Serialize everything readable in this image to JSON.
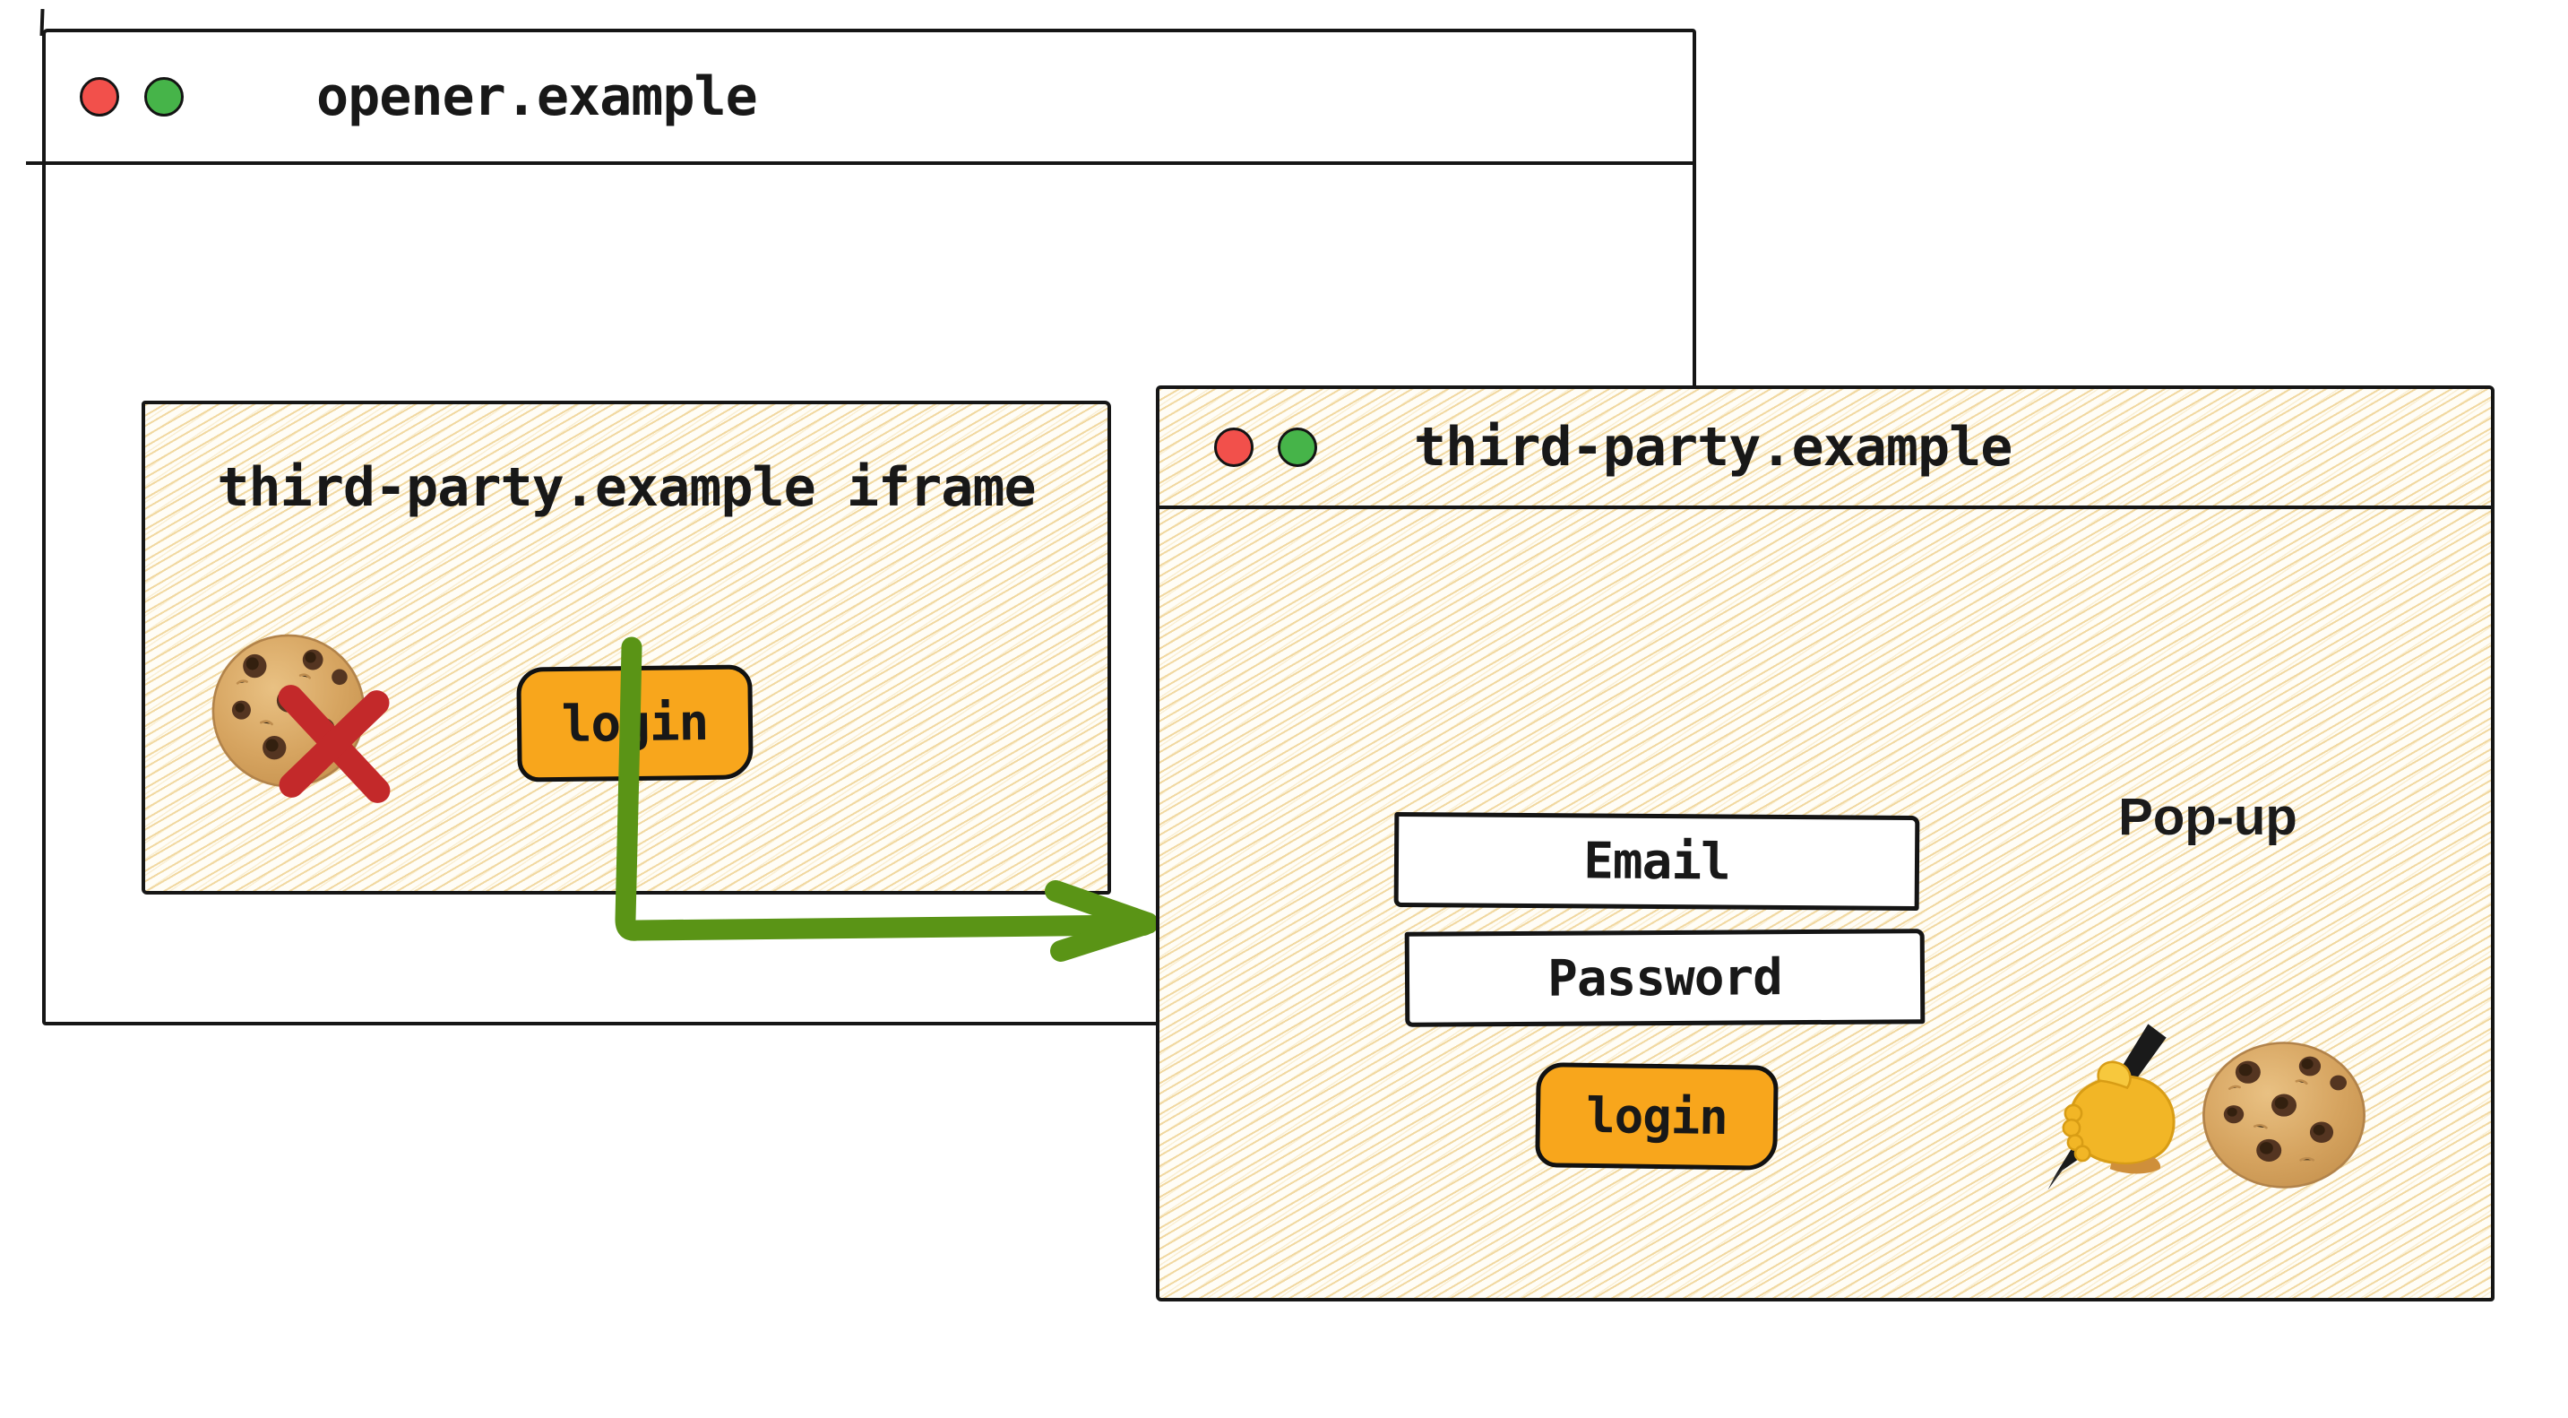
{
  "colors": {
    "ink": "#161616",
    "paper_hatch_bg": "#fffdf6",
    "hatch_line": "#f0d69c",
    "button_orange": "#f8a61c",
    "arrow_green": "#5a9416",
    "cross_red": "#c3292a",
    "traffic_red": "#f2504b",
    "traffic_green": "#46b449"
  },
  "opener_window": {
    "title": "opener.example",
    "traffic_lights": [
      "red",
      "green"
    ],
    "iframe": {
      "title": "third-party.example iframe",
      "login_button_label": "login",
      "blocked_cookie_icon": "cookie-with-red-cross"
    }
  },
  "flow_arrow": {
    "from": "iframe-login-button",
    "to": "popup-window",
    "color": "#5a9416"
  },
  "popup_window": {
    "title": "third-party.example",
    "traffic_lights": [
      "red",
      "green"
    ],
    "window_type_label": "Pop-up",
    "email_field_label": "Email",
    "password_field_label": "Password",
    "login_button_label": "login",
    "icons": [
      "writing-hand",
      "cookie"
    ]
  }
}
